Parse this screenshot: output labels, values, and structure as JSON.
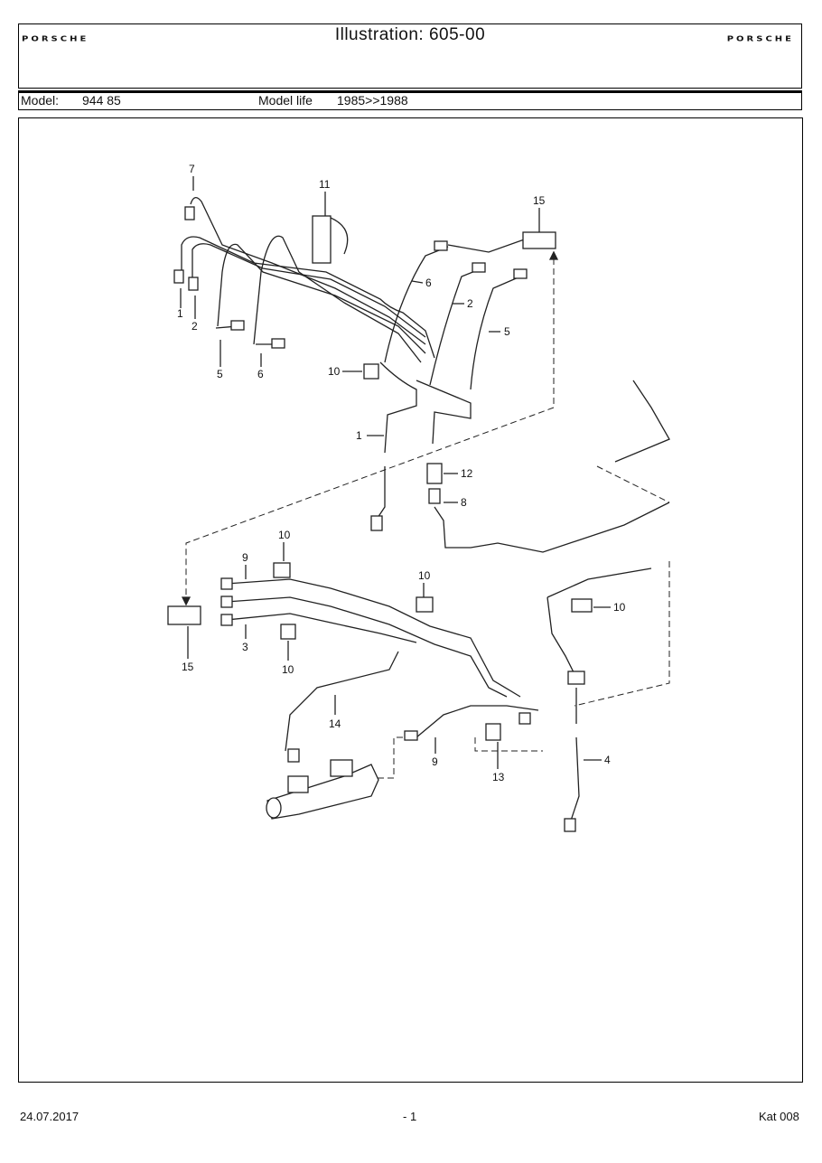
{
  "header": {
    "brand_left": "PORSCHE",
    "title": "Illustration: 605-00",
    "brand_right": "PORSCHE"
  },
  "model": {
    "label": "Model:",
    "value": "944 85",
    "life_label": "Model life",
    "life_value": "1985>>1988"
  },
  "callouts": [
    "7",
    "11",
    "15",
    "6",
    "2",
    "5",
    "1",
    "2",
    "5",
    "6",
    "10",
    "1",
    "12",
    "8",
    "10",
    "9",
    "10",
    "15",
    "3",
    "10",
    "10",
    "14",
    "9",
    "13",
    "4"
  ],
  "footer": {
    "date": "24.07.2017",
    "page": "- 1",
    "catalog": "Kat 008"
  }
}
